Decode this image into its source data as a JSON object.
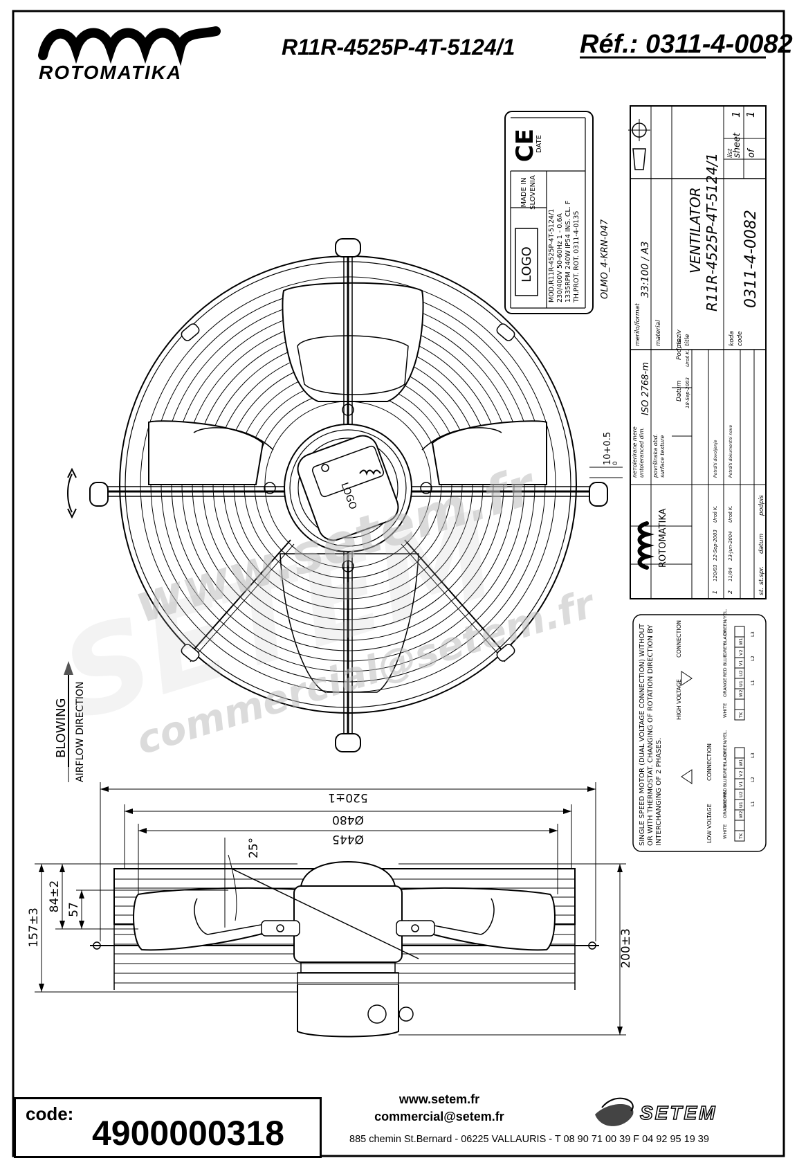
{
  "header": {
    "brand": "ROTOMATIKA",
    "model": "R11R-4525P-4T-5124/1",
    "reference": "Réf.: 0311-4-0082"
  },
  "nameplate": {
    "logo": "LOGO",
    "made_in": [
      "MADE IN",
      "SLOVENIA"
    ],
    "ce": "CE",
    "date": "DATE",
    "lines": [
      "MOD.R11R-4525P-4T-5124/1",
      "230/400V  50-60Hz  1 - 0.6A",
      "1335RPM  240W   IP54  INS. CL. F",
      "TH.PROT.   ROT.         0311-4-0135"
    ],
    "part": "OLMO_4-KRN-047"
  },
  "hub_logo": "LOGO",
  "dimensions": {
    "offset": "10+0.5",
    "offset_lower": "0",
    "d_outer": "520±1",
    "d_480": "Ø480",
    "d_445": "Ø445",
    "angle": "25°",
    "h157": "157±3",
    "h84": "84±2",
    "h57": "57",
    "h200": "200±3"
  },
  "airflow": {
    "line1": "BLOWING",
    "line2": "AIRFLOW DIRECTION"
  },
  "title_block": {
    "symbol_label": "",
    "scale_label": "merilo/format",
    "scale": "33:100 / A3",
    "material_label": "material",
    "name_label": "naziv",
    "title_label": "title",
    "title_1": "VENTILATOR",
    "title_2": "R11R-4525P-4T-5124/1",
    "list_label": "list",
    "sheet_label": "sheet",
    "sheet": "1",
    "of_label": "of",
    "of": "1",
    "code_label": "koda",
    "code_label2": "code",
    "code": "0311-4-0082",
    "tolerance_label": "nетоlerirane mere",
    "tolerance_label2": "untoleranced dim.",
    "tolerance": "ISO 2768-m",
    "surface_label": "površinska obd.",
    "surface_label2": "surface texture",
    "datum_label": "Datum",
    "podpis_label": "Podpis",
    "date_entry": "18-Sep-2003",
    "sign_entry": "Uroš K.",
    "company": "ROTOMATIKA",
    "rev_rows": [
      [
        "2",
        "11/04",
        "23-Jun-2004",
        "Uroš K.",
        "Potrditi dokumentni nove"
      ],
      [
        "1",
        "120/03",
        "22-Sep-2003",
        "Uroš K.",
        "Potrditi dovoljenje"
      ]
    ],
    "rev_header": [
      "st.",
      "st.spr.",
      "datum",
      "podpis"
    ]
  },
  "wiring": {
    "description": [
      "SINGLE SPEED MOTOR (DUAL VOLTAGE CONNECTION) WITHOUT",
      "OR WITH THERMOSTAT. CHANGING OF ROTATION DIRECTION BY",
      "INTERCHANGING OF 2 PHASES."
    ],
    "high": "HIGH VOLTAGE",
    "low": "LOW VOLTAGE",
    "connection": "CONNECTION",
    "wires": [
      "WHITE",
      "WHITE",
      "ORANGE",
      "BROWN",
      "RED",
      "BLUE",
      "GREY",
      "BLACK",
      "GREEN/YEL."
    ],
    "terminals": [
      "TK",
      "TK",
      "W2",
      "U1",
      "U2",
      "V1",
      "V2",
      "W1",
      "⏚"
    ],
    "lines": [
      "L1",
      "L2",
      "L3"
    ]
  },
  "watermark": {
    "line1": "www.setem.fr",
    "line2": "commercial@setem.fr",
    "brand": "SETEM"
  },
  "footer": {
    "code_label": "code:",
    "code": "4900000318",
    "website": "www.setem.fr",
    "email": "commercial@setem.fr",
    "address": "885 chemin St.Bernard  -  06225 VALLAURIS  -  T 08 90 71 00 39   F 04 92 95 19 39",
    "logo": "SETEM"
  }
}
